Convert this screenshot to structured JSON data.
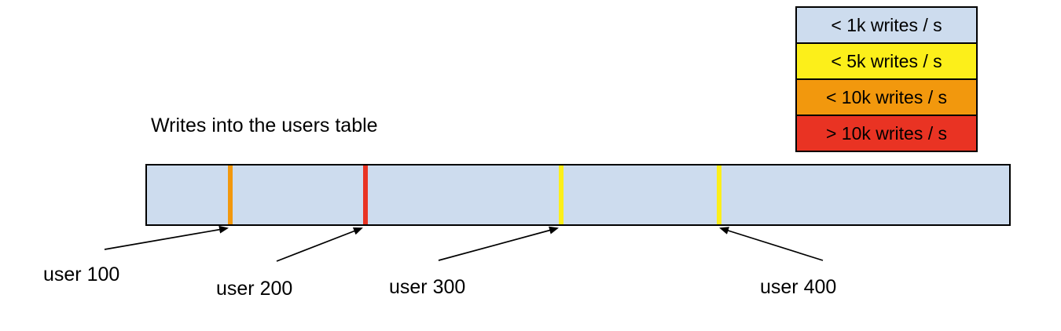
{
  "title": "Writes into the users table",
  "colors": {
    "background": "#FFFFFF",
    "border": "#000000",
    "bar_fill": "#CDDCEE",
    "blue": "#CDDCEE",
    "yellow": "#FCEF1A",
    "orange": "#F2980D",
    "red": "#E93323"
  },
  "legend": {
    "items": [
      {
        "label": "< 1k writes / s",
        "color": "#CDDCEE"
      },
      {
        "label": "< 5k writes / s",
        "color": "#FCEF1A"
      },
      {
        "label": "< 10k writes / s",
        "color": "#F2980D"
      },
      {
        "label": "> 10k writes / s",
        "color": "#E93323"
      }
    ]
  },
  "bar": {
    "description": "users table keyspace bar with hotspot stripes",
    "markers": [
      {
        "label": "user 100",
        "color": "#F2980D",
        "rate_category": "< 10k writes / s",
        "position_pct": 9.7
      },
      {
        "label": "user 200",
        "color": "#E93323",
        "rate_category": "> 10k writes / s",
        "position_pct": 25.3
      },
      {
        "label": "user 300",
        "color": "#FCEF1A",
        "rate_category": "< 5k writes / s",
        "position_pct": 48.0
      },
      {
        "label": "user 400",
        "color": "#FCEF1A",
        "rate_category": "< 5k writes / s",
        "position_pct": 66.4
      }
    ]
  }
}
